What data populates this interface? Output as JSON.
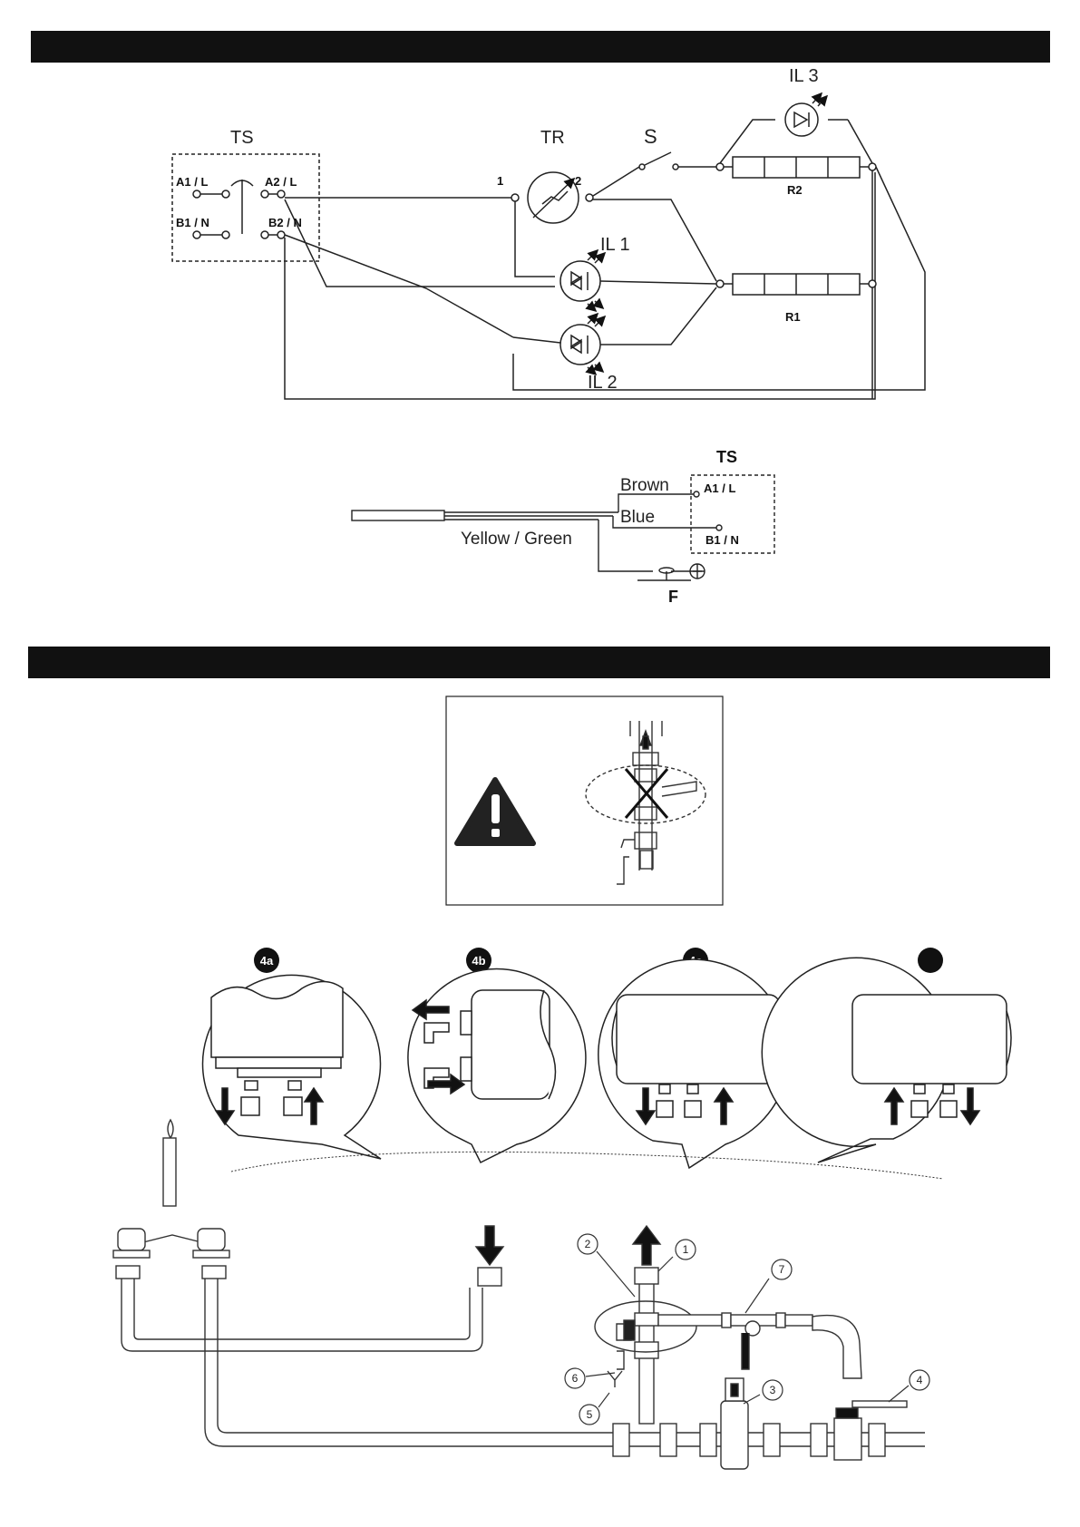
{
  "wiring": {
    "ts_label": "TS",
    "tr_label": "TR",
    "s_label": "S",
    "il1_label": "IL 1",
    "il2_label": "IL 2",
    "il3_label": "IL 3",
    "r1_label": "R1",
    "r2_label": "R2",
    "a1": "A1 / L",
    "a2": "A2 / L",
    "b1": "B1 / N",
    "b2": "B2 / N",
    "tr_pin1": "1",
    "tr_pin2": "2"
  },
  "cable": {
    "ts_label": "TS",
    "brown": "Brown",
    "blue": "Blue",
    "yellow_green": "Yellow / Green",
    "a1": "A1 / L",
    "b1": "B1 / N",
    "f_label": "F"
  },
  "install": {
    "badges": [
      "4a",
      "4b",
      "4c",
      ""
    ],
    "callouts": [
      "1",
      "2",
      "3",
      "4",
      "5",
      "6",
      "7"
    ]
  },
  "icons": {
    "warning": "warning-triangle-icon",
    "arrow": "arrow-icon"
  }
}
